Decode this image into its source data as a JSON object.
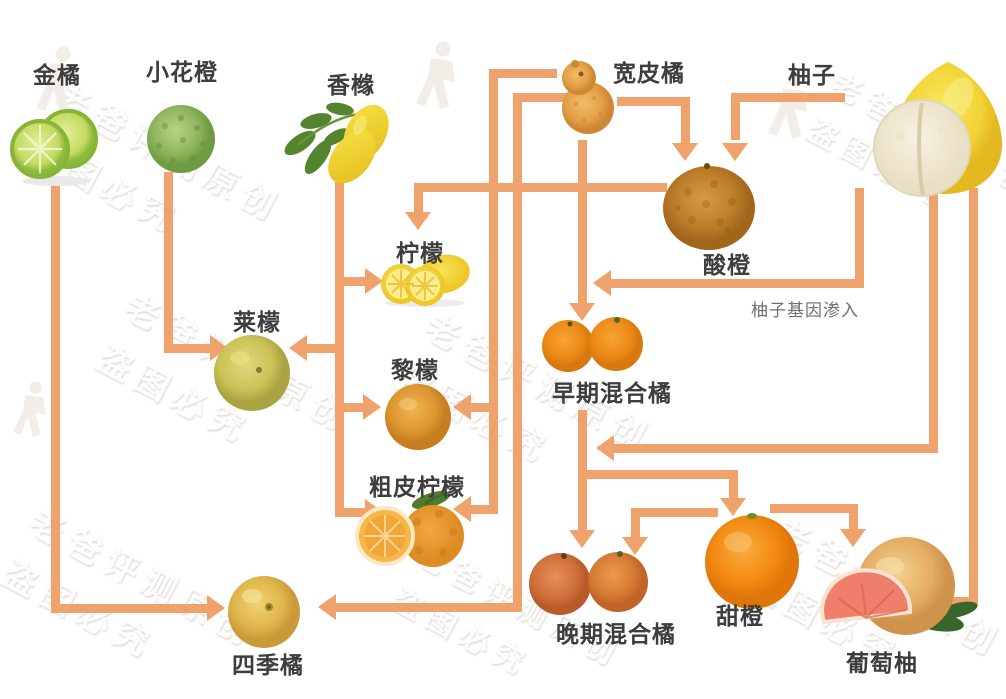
{
  "diagram_title": "",
  "colors": {
    "arrow": "#EFA26C",
    "label_text": "#3D3D3D",
    "note_text": "#6F6F6F",
    "background": "#FFFFFF"
  },
  "nodes": {
    "jinju": {
      "label": "金橘"
    },
    "xiaohuacheng": {
      "label": "小花橙"
    },
    "xiangyuan": {
      "label": "香橼"
    },
    "kuanpiju": {
      "label": "宽皮橘"
    },
    "youzi": {
      "label": "柚子"
    },
    "suancheng": {
      "label": "酸橙"
    },
    "ningmeng": {
      "label": "柠檬"
    },
    "laimeng": {
      "label": "莱檬"
    },
    "limeng": {
      "label": "黎檬"
    },
    "cupiningmeng": {
      "label": "粗皮柠檬"
    },
    "zaoqihunheju": {
      "label": "早期混合橘"
    },
    "wanqihunheju": {
      "label": "晚期混合橘"
    },
    "tiancheng": {
      "label": "甜橙"
    },
    "putaoyou": {
      "label": "葡萄柚"
    },
    "sijiju": {
      "label": "四季橘"
    }
  },
  "annotation": {
    "pomelo_introgression": "柚子基因渗入"
  },
  "watermark": {
    "line1": "老爸评测原创",
    "line2": "盗图必究"
  },
  "edges": [
    {
      "from": "kuanpiju",
      "to": "suancheng"
    },
    {
      "from": "youzi",
      "to": "suancheng"
    },
    {
      "from": "suancheng",
      "to": "ningmeng"
    },
    {
      "from": "xiangyuan",
      "to": "ningmeng"
    },
    {
      "from": "xiaohuacheng",
      "to": "laimeng"
    },
    {
      "from": "xiangyuan",
      "to": "laimeng"
    },
    {
      "from": "xiangyuan",
      "to": "limeng"
    },
    {
      "from": "kuanpiju",
      "to": "limeng"
    },
    {
      "from": "xiangyuan",
      "to": "cupiningmeng"
    },
    {
      "from": "kuanpiju",
      "to": "cupiningmeng"
    },
    {
      "from": "kuanpiju",
      "to": "zaoqihunheju"
    },
    {
      "from": "youzi",
      "to": "zaoqihunheju",
      "note": "柚子基因渗入"
    },
    {
      "from": "zaoqihunheju",
      "to": "wanqihunheju"
    },
    {
      "from": "youzi",
      "to": "wanqihunheju"
    },
    {
      "from": "tiancheng",
      "to": "wanqihunheju"
    },
    {
      "from": "zaoqihunheju",
      "to": "tiancheng"
    },
    {
      "from": "tiancheng",
      "to": "putaoyou"
    },
    {
      "from": "youzi",
      "to": "putaoyou"
    },
    {
      "from": "jinju",
      "to": "sijiju"
    },
    {
      "from": "kuanpiju",
      "to": "sijiju"
    }
  ]
}
